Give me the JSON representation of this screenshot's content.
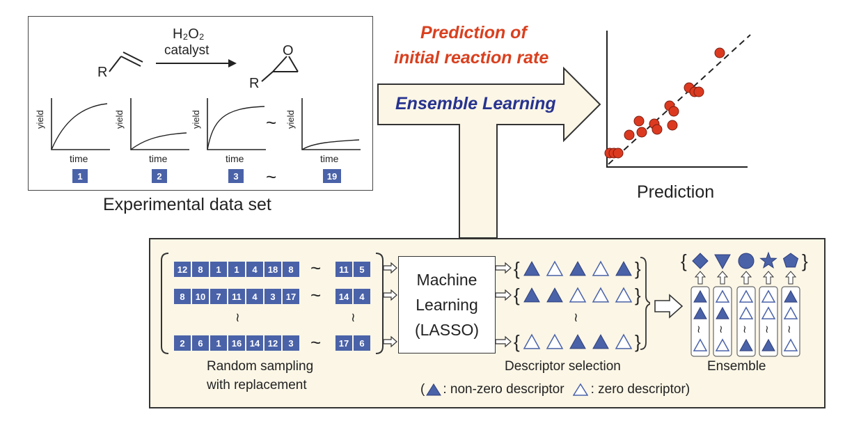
{
  "reaction": {
    "reagent_line1": "H₂O₂",
    "reagent_line2": "catalyst",
    "reactant_group": "R",
    "product_group": "R",
    "product_atom": "O"
  },
  "dataset": {
    "axis_y": "yield",
    "axis_x": "time",
    "ids": [
      "1",
      "2",
      "3",
      "19"
    ],
    "separator": "~",
    "caption": "Experimental data set"
  },
  "arrow": {
    "title_line1": "Prediction of",
    "title_line2": "initial reaction rate",
    "label": "Ensemble Learning",
    "title_color": "#d9401f",
    "label_color": "#27338f"
  },
  "prediction": {
    "caption": "Prediction",
    "point_color": "#dc3a20",
    "point_count": 19
  },
  "sampling": {
    "rows": [
      [
        "12",
        "8",
        "1",
        "1",
        "4",
        "18",
        "8",
        "11",
        "5"
      ],
      [
        "8",
        "10",
        "7",
        "11",
        "4",
        "3",
        "17",
        "14",
        "4"
      ],
      [
        "2",
        "6",
        "1",
        "16",
        "14",
        "12",
        "3",
        "17",
        "6"
      ]
    ],
    "tilde": "~",
    "vdots": "≀",
    "caption_line1": "Random sampling",
    "caption_line2": "with replacement",
    "box_color": "#4a62a8"
  },
  "ml": {
    "line1": "Machine",
    "line2": "Learning",
    "line3": "(LASSO)"
  },
  "descriptor": {
    "rows": [
      [
        1,
        0,
        1,
        0,
        1
      ],
      [
        1,
        1,
        0,
        0,
        0
      ],
      [
        0,
        0,
        1,
        1,
        0
      ]
    ],
    "caption": "Descriptor selection",
    "legend_nonzero": ": non-zero descriptor",
    "legend_zero": ": zero descriptor",
    "legend_open": "(",
    "legend_close": ")"
  },
  "ensemble": {
    "shapes": [
      "diamond",
      "triangle-down",
      "circle",
      "star",
      "pentagon"
    ],
    "columns": [
      [
        1,
        1,
        0
      ],
      [
        0,
        1,
        0
      ],
      [
        0,
        0,
        1
      ],
      [
        0,
        0,
        1
      ],
      [
        1,
        0,
        0
      ]
    ],
    "caption": "Ensemble",
    "fill_color": "#4a62a8"
  }
}
